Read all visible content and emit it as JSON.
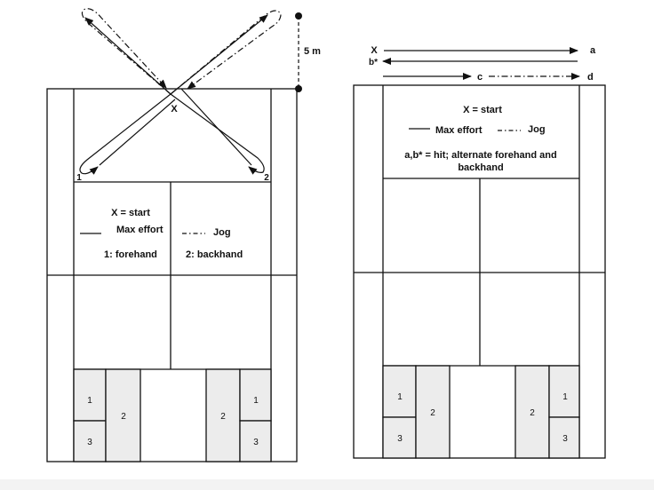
{
  "left_diagram": {
    "start_marker": "X",
    "corner_1": "1",
    "corner_2": "2",
    "distance_label": "5 m",
    "legend": {
      "start": "X = start",
      "max_effort": "Max effort",
      "jog": "Jog",
      "forehand": "1: forehand",
      "backhand": "2: backhand"
    },
    "zones": {
      "box_1_left": "1",
      "box_3_left": "3",
      "box_2_left": "2",
      "box_2_right": "2",
      "box_1_right": "1",
      "box_3_right": "3"
    }
  },
  "right_diagram": {
    "start_marker": "X",
    "point_a": "a",
    "point_b": "b*",
    "point_c": "c",
    "point_d": "d",
    "legend": {
      "start": "X = start",
      "max_effort": "Max effort",
      "jog": "Jog",
      "note": "a,b* = hit; alternate forehand and",
      "note_line2": "backhand"
    },
    "zones": {
      "box_1_left": "1",
      "box_3_left": "3",
      "box_2_left": "2",
      "box_2_right": "2",
      "box_1_right": "1",
      "box_3_right": "3"
    }
  },
  "colors": {
    "line": "#111111",
    "zone_fill": "#ececec",
    "background": "#ffffff"
  }
}
